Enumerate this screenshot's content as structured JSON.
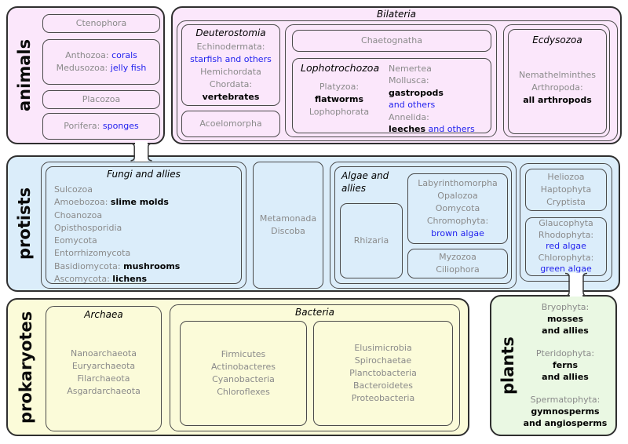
{
  "colors": {
    "animals_bg": "#fbe7fb",
    "protists_bg": "#dbedfa",
    "prokaryotes_bg": "#fbfbd9",
    "plants_bg": "#eaf8e3",
    "region_border": "#2f2f2f",
    "box_border": "#4a4a4a",
    "gray_text": "#8a8a8a",
    "blue_text": "#1f1fee",
    "black_text": "#000000"
  },
  "regions": {
    "animals": {
      "label": "animals",
      "boxes": {
        "ctenophora": {
          "lines": [
            [
              {
                "t": "Ctenophora",
                "c": "g"
              }
            ]
          ]
        },
        "cnidaria": {
          "lines": [
            [
              {
                "t": "Anthozoa: ",
                "c": "g"
              },
              {
                "t": "corals",
                "c": "b"
              }
            ],
            [
              {
                "t": "Medusozoa: ",
                "c": "g"
              },
              {
                "t": "jelly fish",
                "c": "b"
              }
            ]
          ]
        },
        "placozoa": {
          "lines": [
            [
              {
                "t": "Placozoa",
                "c": "g"
              }
            ]
          ]
        },
        "porifera": {
          "lines": [
            [
              {
                "t": "Porifera: ",
                "c": "g"
              },
              {
                "t": "sponges",
                "c": "b"
              }
            ]
          ]
        }
      }
    },
    "bilateria": {
      "title": "Bilateria",
      "deuterostomia": {
        "title": "Deuterostomia",
        "lines": [
          [
            {
              "t": "Echinodermata:",
              "c": "g"
            }
          ],
          [
            {
              "t": "starfish and others",
              "c": "b"
            }
          ],
          [
            {
              "t": "Hemichordata",
              "c": "g"
            }
          ],
          [
            {
              "t": "Chordata:",
              "c": "g"
            }
          ],
          [
            {
              "t": "vertebrates",
              "c": "k"
            }
          ]
        ]
      },
      "acoelomorpha": {
        "lines": [
          [
            {
              "t": "Acoelomorpha",
              "c": "g"
            }
          ]
        ]
      },
      "chaetognatha": {
        "lines": [
          [
            {
              "t": "Chaetognatha",
              "c": "g"
            }
          ]
        ]
      },
      "lophotrochozoa": {
        "title": "Lophotrochozoa",
        "left_lines": [
          [
            {
              "t": "Platyzoa:",
              "c": "g"
            }
          ],
          [
            {
              "t": "flatworms",
              "c": "k"
            }
          ],
          [
            {
              "t": "Lophophorata",
              "c": "g"
            }
          ]
        ],
        "right_lines": [
          [
            {
              "t": "Nemertea",
              "c": "g"
            }
          ],
          [
            {
              "t": "Mollusca:",
              "c": "g"
            }
          ],
          [
            {
              "t": "gastropods",
              "c": "k"
            }
          ],
          [
            {
              "t": "and others",
              "c": "b"
            }
          ],
          [
            {
              "t": "Annelida:",
              "c": "g"
            }
          ],
          [
            {
              "t": "leeches",
              "c": "k"
            },
            {
              "t": " and others",
              "c": "b"
            }
          ]
        ]
      },
      "ecdysozoa": {
        "title": "Ecdysozoa",
        "lines": [
          [
            {
              "t": "Nemathelminthes",
              "c": "g"
            }
          ],
          [
            {
              "t": "Arthropoda:",
              "c": "g"
            }
          ],
          [
            {
              "t": "all arthropods",
              "c": "k"
            }
          ]
        ]
      }
    },
    "protists": {
      "label": "protists",
      "fungi": {
        "title": "Fungi and allies",
        "lines": [
          [
            {
              "t": "Sulcozoa",
              "c": "g"
            }
          ],
          [
            {
              "t": "Amoebozoa: ",
              "c": "g"
            },
            {
              "t": "slime molds",
              "c": "k"
            }
          ],
          [
            {
              "t": "Choanozoa",
              "c": "g"
            }
          ],
          [
            {
              "t": "Opisthosporidia",
              "c": "g"
            }
          ],
          [
            {
              "t": "Eomycota",
              "c": "g"
            }
          ],
          [
            {
              "t": "Entorrhizomycota",
              "c": "g"
            }
          ],
          [
            {
              "t": "Basidiomycota: ",
              "c": "g"
            },
            {
              "t": "mushrooms",
              "c": "k"
            }
          ],
          [
            {
              "t": "Ascomycota: ",
              "c": "g"
            },
            {
              "t": "lichens",
              "c": "k"
            }
          ]
        ]
      },
      "metamonada": {
        "lines": [
          [
            {
              "t": "Metamonada",
              "c": "g"
            }
          ],
          [
            {
              "t": "Discoba",
              "c": "g"
            }
          ]
        ]
      },
      "algae": {
        "title_line1": "Algae and",
        "title_line2": "allies",
        "rhizaria": {
          "lines": [
            [
              {
                "t": "Rhizaria",
                "c": "g"
              }
            ]
          ]
        },
        "labyrinthomorpha": {
          "lines": [
            [
              {
                "t": "Labyrinthomorpha",
                "c": "g"
              }
            ],
            [
              {
                "t": "Opalozoa",
                "c": "g"
              }
            ],
            [
              {
                "t": "Oomycota",
                "c": "g"
              }
            ],
            [
              {
                "t": "Chromophyta:",
                "c": "g"
              }
            ],
            [
              {
                "t": "brown algae",
                "c": "b"
              }
            ]
          ]
        },
        "myzozoa": {
          "lines": [
            [
              {
                "t": "Myzozoa",
                "c": "g"
              }
            ],
            [
              {
                "t": "Ciliophora",
                "c": "g"
              }
            ]
          ]
        }
      },
      "heliozoa": {
        "lines": [
          [
            {
              "t": "Heliozoa",
              "c": "g"
            }
          ],
          [
            {
              "t": "Haptophyta",
              "c": "g"
            }
          ],
          [
            {
              "t": "Cryptista",
              "c": "g"
            }
          ]
        ]
      },
      "glaucophyta": {
        "lines": [
          [
            {
              "t": "Glaucophyta",
              "c": "g"
            }
          ],
          [
            {
              "t": "Rhodophyta:",
              "c": "g"
            }
          ],
          [
            {
              "t": "red algae",
              "c": "b"
            }
          ],
          [
            {
              "t": "Chlorophyta:",
              "c": "g"
            }
          ],
          [
            {
              "t": "green algae",
              "c": "b"
            }
          ]
        ]
      }
    },
    "prokaryotes": {
      "label": "prokaryotes",
      "archaea": {
        "title": "Archaea",
        "lines": [
          [
            {
              "t": "Nanoarchaeota",
              "c": "g"
            }
          ],
          [
            {
              "t": "Euryarchaeota",
              "c": "g"
            }
          ],
          [
            {
              "t": "Filarchaeota",
              "c": "g"
            }
          ],
          [
            {
              "t": "Asgardarchaeota",
              "c": "g"
            }
          ]
        ]
      },
      "bacteria": {
        "title": "Bacteria",
        "group1": {
          "lines": [
            [
              {
                "t": "Firmicutes",
                "c": "g"
              }
            ],
            [
              {
                "t": "Actinobacteres",
                "c": "g"
              }
            ],
            [
              {
                "t": "Cyanobacteria",
                "c": "g"
              }
            ],
            [
              {
                "t": "Chloroflexes",
                "c": "g"
              }
            ]
          ]
        },
        "group2": {
          "lines": [
            [
              {
                "t": "Elusimicrobia",
                "c": "g"
              }
            ],
            [
              {
                "t": "Spirochaetae",
                "c": "g"
              }
            ],
            [
              {
                "t": "Planctobacteria",
                "c": "g"
              }
            ],
            [
              {
                "t": "Bacteroidetes",
                "c": "g"
              }
            ],
            [
              {
                "t": "Proteobacteria",
                "c": "g"
              }
            ]
          ]
        }
      }
    },
    "plants": {
      "label": "plants",
      "groups": [
        {
          "lines": [
            [
              {
                "t": "Bryophyta:",
                "c": "g"
              }
            ],
            [
              {
                "t": "mosses",
                "c": "k"
              }
            ],
            [
              {
                "t": "and allies",
                "c": "k"
              }
            ]
          ]
        },
        {
          "lines": [
            [
              {
                "t": "Pteridophyta:",
                "c": "g"
              }
            ],
            [
              {
                "t": "ferns",
                "c": "k"
              }
            ],
            [
              {
                "t": "and allies",
                "c": "k"
              }
            ]
          ]
        },
        {
          "lines": [
            [
              {
                "t": "Spermatophyta:",
                "c": "g"
              }
            ],
            [
              {
                "t": "gymnosperms",
                "c": "k"
              }
            ],
            [
              {
                "t": "and angiosperms",
                "c": "k"
              }
            ]
          ]
        }
      ]
    }
  }
}
